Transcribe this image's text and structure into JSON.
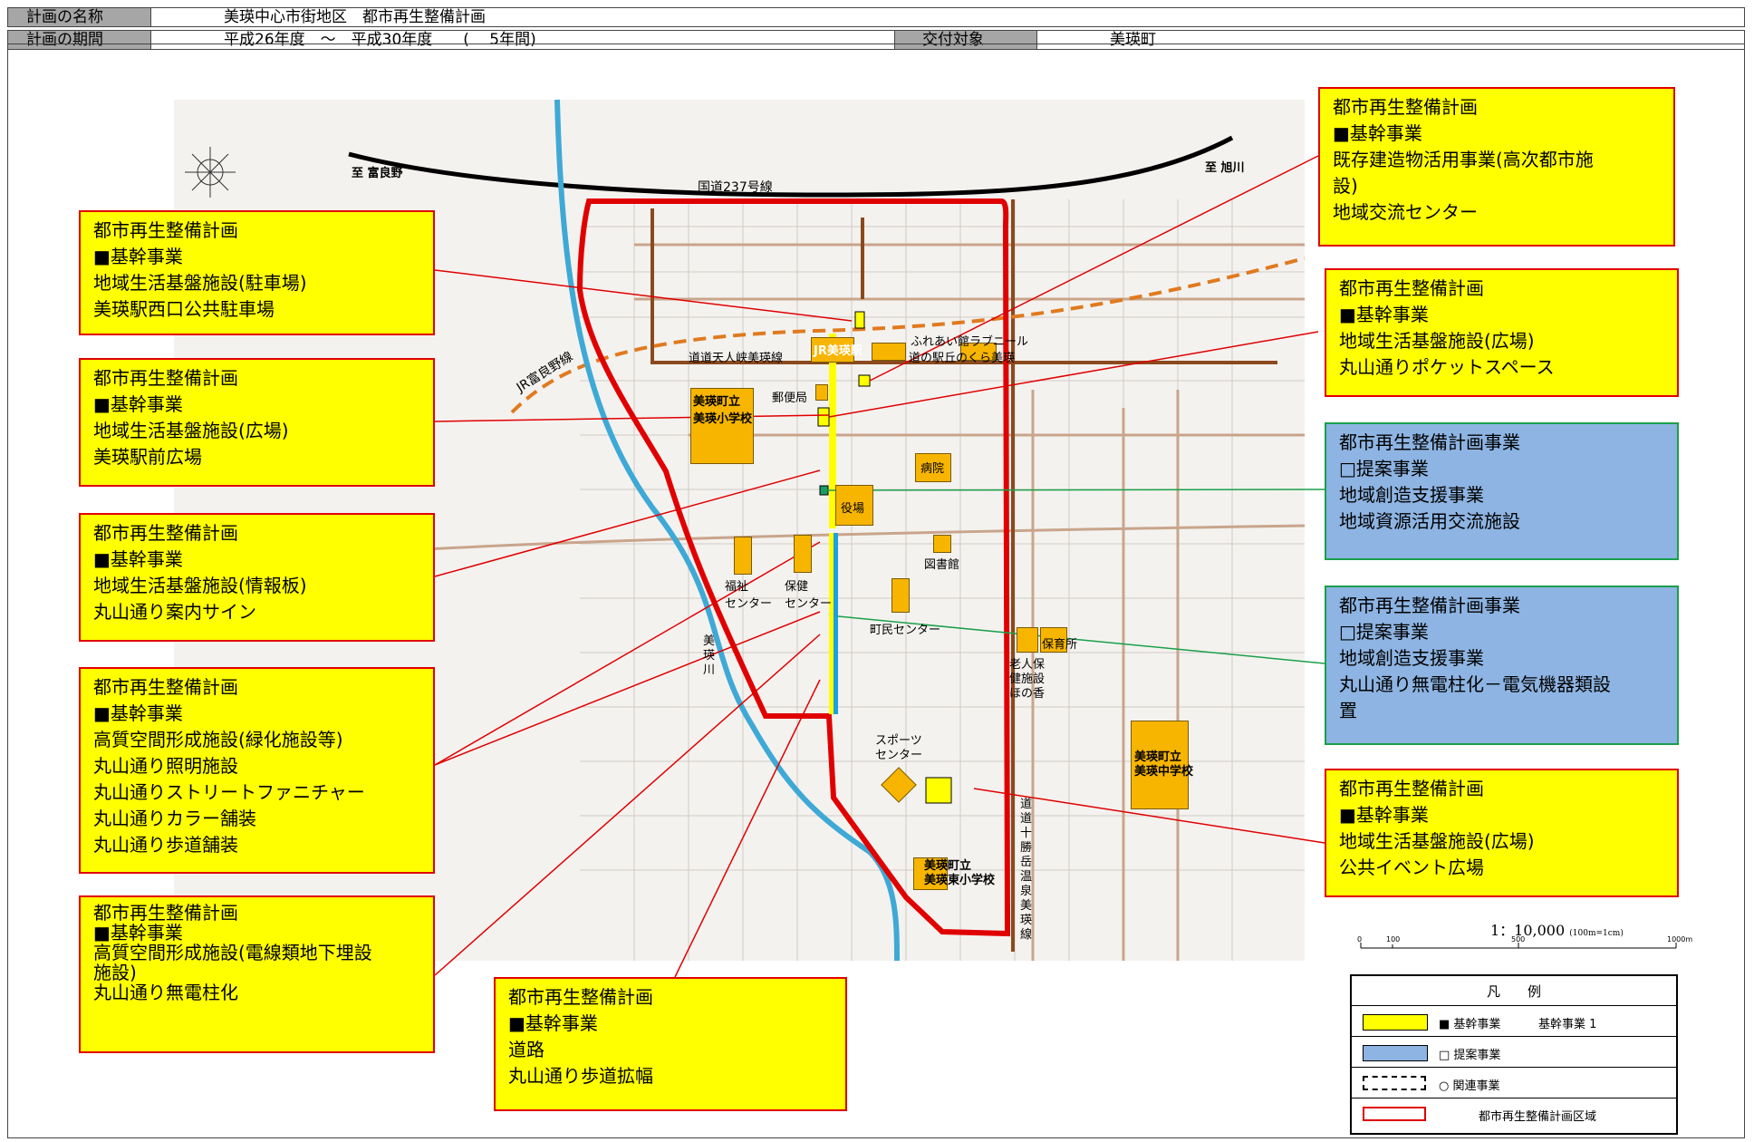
{
  "header": {
    "name_label": "計画の名称",
    "name_value": "美瑛中心市街地区　都市再生整備計画",
    "period_label": "計画の期間",
    "period_value": "平成26年度　～　平成30年度　　(　 5年間)",
    "target_label": "交付対象",
    "target_value": "美瑛町"
  },
  "boxes": [
    {
      "id": "box-ekinishi",
      "lines": [
        "都市再生整備計画",
        "■基幹事業",
        "地域生活基盤施設(駐車場)",
        "美瑛駅西口公共駐車場"
      ]
    },
    {
      "id": "box-ekimae",
      "lines": [
        "都市再生整備計画",
        "■基幹事業",
        "地域生活基盤施設(広場)",
        "美瑛駅前広場"
      ]
    },
    {
      "id": "box-sign",
      "lines": [
        "都市再生整備計画",
        "■基幹事業",
        "地域生活基盤施設(情報板)",
        "丸山通り案内サイン"
      ]
    },
    {
      "id": "box-koushitsu",
      "lines": [
        "都市再生整備計画",
        "■基幹事業",
        "高質空間形成施設(緑化施設等)",
        "丸山通り照明施設",
        "丸山通りストリートファニチャー",
        "丸山通りカラー舗装",
        "丸山通り歩道舗装"
      ]
    },
    {
      "id": "box-densen",
      "lines": [
        "都市再生整備計画",
        "■基幹事業",
        "高質空間形成施設(電線類地下埋設",
        "施設)",
        "丸山通り無電柱化"
      ]
    },
    {
      "id": "box-douro",
      "lines": [
        "都市再生整備計画",
        "■基幹事業",
        "道路",
        "丸山通り歩道拡幅"
      ]
    },
    {
      "id": "box-kouryu",
      "lines": [
        "都市再生整備計画",
        "■基幹事業",
        "既存建造物活用事業(高次都市施",
        "設)",
        "地域交流センター"
      ]
    },
    {
      "id": "box-pocket",
      "lines": [
        "都市再生整備計画",
        "■基幹事業",
        "地域生活基盤施設(広場)",
        "丸山通りポケットスペース"
      ]
    },
    {
      "id": "box-shigen",
      "lines": [
        "都市再生整備計画事業",
        "□提案事業",
        "地域創造支援事業",
        "地域資源活用交流施設"
      ]
    },
    {
      "id": "box-mudenchu",
      "lines": [
        "都市再生整備計画事業",
        "□提案事業",
        "地域創造支援事業",
        "丸山通り無電柱化－電気機器類設",
        "置"
      ]
    },
    {
      "id": "box-event",
      "lines": [
        "都市再生整備計画",
        "■基幹事業",
        "地域生活基盤施設(広場)",
        "公共イベント広場"
      ]
    }
  ],
  "map_labels": {
    "furano": "至 富良野",
    "asahikawa": "至 旭川",
    "route237": "国道237号線",
    "jr_line": "JR富良野線",
    "jr_station": "JR美瑛駅",
    "michi_tennin": "道道天人峡美瑛線",
    "fureai": "ふれあい館ラブニール",
    "michi_eki": "道の駅丘のくら美瑛",
    "school1": "美瑛町立\n美瑛小学校",
    "post": "郵便局",
    "hospital": "病院",
    "town_office": "役場",
    "library": "図書館",
    "welfare": "福祉\nセンター",
    "health": "保健\nセンター",
    "civic": "町民センター",
    "river": "美\n瑛\n川",
    "nursery": "保育所",
    "elderly": "老人保\n健施設\nほの香",
    "sports": "スポーツ\nセンター",
    "middle_school": "美瑛町立\n美瑛中学校",
    "east_school": "美瑛町立\n美瑛東小学校",
    "tokachi_road": "道道十勝岳温泉美瑛線"
  },
  "scale": {
    "ratio": "1：10,000",
    "note": "(100m=1cm)",
    "ticks": [
      "0",
      "100",
      "500",
      "1000m"
    ]
  },
  "legend": {
    "title": "凡　　例",
    "row1": "■ 基幹事業",
    "row1b": "基幹事業 1",
    "row2": "□ 提案事業",
    "row3": "○ 関連事業",
    "row4": "都市再生整備計画区域"
  },
  "colors": {
    "yellow": "#ffff00",
    "blue": "#8db4e2",
    "red_line": "#e00000",
    "green_line": "#1aa04a",
    "river": "#3fa9d6",
    "road_brown": "#8b4a1e",
    "jr_orange": "#e07a1f"
  }
}
